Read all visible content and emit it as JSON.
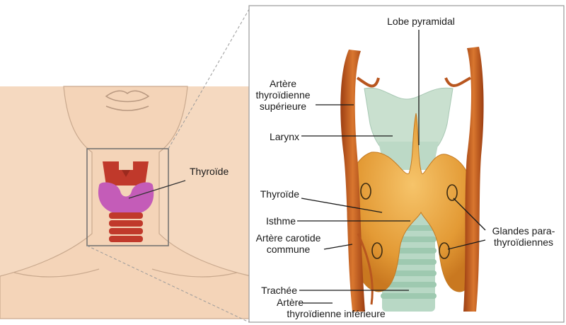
{
  "neck_panel": {
    "thyroid_label": "Thyroïde"
  },
  "detail_panel": {
    "labels": {
      "lobe_pyramidal": "Lobe pyramidal",
      "artere_thyroidienne_superieure": [
        "Artère",
        "thyroïdienne",
        "supérieure"
      ],
      "larynx": "Larynx",
      "thyroide": "Thyroïde",
      "isthme": "Isthme",
      "artere_carotide_commune": [
        "Artère carotide",
        "commune"
      ],
      "trachee": "Trachée",
      "artere_thyroidienne_inferieure": [
        "Artère",
        "thyroïdienne inférieure"
      ],
      "glandes_parathyroidiennes": [
        "Glandes para-",
        "thyroïdiennes"
      ]
    }
  },
  "colors": {
    "skin": "#f5d9c0",
    "skin_outline": "#b89880",
    "thyroid_pink": "#c45cb8",
    "cartilage_red": "#c0392b",
    "gland_orange": "#e8a440",
    "artery": "#c8632a",
    "larynx_green": "#c9e0cf",
    "trachea": "#9ec9b0"
  }
}
